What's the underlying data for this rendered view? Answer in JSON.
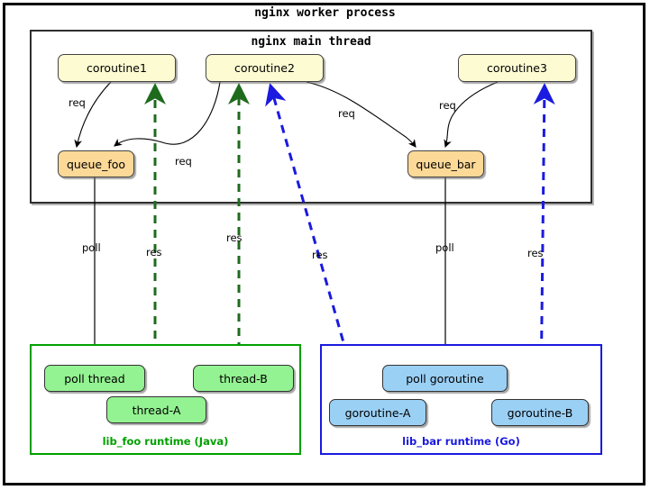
{
  "diagram": {
    "outer_title": "nginx worker process",
    "inner_title": "nginx main thread",
    "colors": {
      "coroutine_fill": "#fcfbd2",
      "queue_fill": "#fcd997",
      "thread_fill": "#93f291",
      "goroutine_fill": "#9bd0f5",
      "foo_runtime_border": "#00a000",
      "bar_runtime_border": "#1a1ae0",
      "req_arrow": "#000000",
      "poll_arrow": "#000000",
      "res_foo_arrow": "#1e6b1e",
      "res_bar_arrow": "#1a1ae0"
    }
  },
  "coroutines": [
    {
      "id": "coroutine1",
      "label": "coroutine1"
    },
    {
      "id": "coroutine2",
      "label": "coroutine2"
    },
    {
      "id": "coroutine3",
      "label": "coroutine3"
    }
  ],
  "queues": [
    {
      "id": "queue_foo",
      "label": "queue_foo"
    },
    {
      "id": "queue_bar",
      "label": "queue_bar"
    }
  ],
  "foo_runtime": {
    "label": "lib_foo runtime (Java)",
    "nodes": [
      {
        "id": "poll-thread",
        "label": "poll thread"
      },
      {
        "id": "thread-a",
        "label": "thread-A"
      },
      {
        "id": "thread-b",
        "label": "thread-B"
      }
    ]
  },
  "bar_runtime": {
    "label": "lib_bar runtime (Go)",
    "nodes": [
      {
        "id": "poll-goroutine",
        "label": "poll goroutine"
      },
      {
        "id": "goroutine-a",
        "label": "goroutine-A"
      },
      {
        "id": "goroutine-b",
        "label": "goroutine-B"
      }
    ]
  },
  "edge_labels": {
    "req1": "req",
    "req2": "req",
    "req3": "req",
    "req4": "req",
    "poll_foo": "poll",
    "poll_bar": "poll",
    "res_foo_a": "res",
    "res_foo_b": "res",
    "res_bar_a": "res",
    "res_bar_b": "res"
  }
}
